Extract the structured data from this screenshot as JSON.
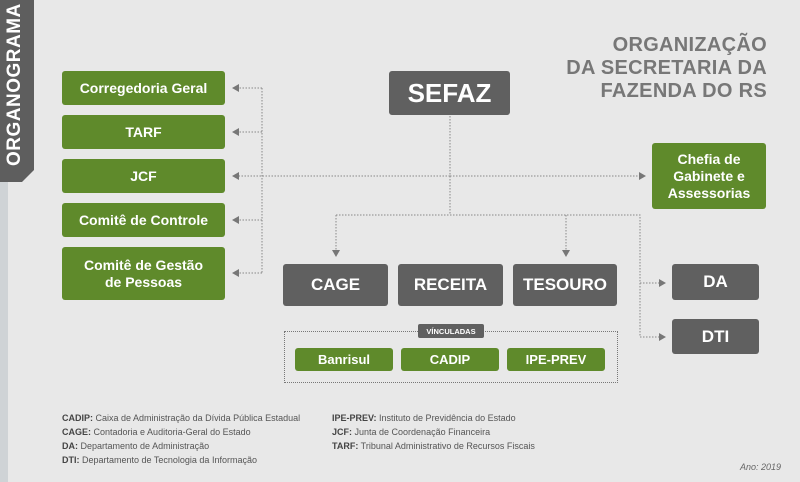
{
  "sidebar_label": "ORGANOGRAMA",
  "title": [
    "ORGANIZAÇÃO",
    "DA SECRETARIA DA",
    "FAZENDA DO RS"
  ],
  "root": "SEFAZ",
  "left_units": [
    "Corregedoria Geral",
    "TARF",
    "JCF",
    "Comitê de Controle",
    "Comitê de Gestão de Pessoas"
  ],
  "chefia": "Chefia de Gabinete e Assessorias",
  "main_units": [
    "CAGE",
    "RECEITA",
    "TESOURO"
  ],
  "right_units": [
    "DA",
    "DTI"
  ],
  "vinculadas": {
    "label": "VÍNCULADAS",
    "items": [
      "Banrisul",
      "CADIP",
      "IPE-PREV"
    ]
  },
  "notes_left": [
    {
      "abbr": "CADIP:",
      "text": "Caixa de Administração da Dívida Pública Estadual"
    },
    {
      "abbr": "CAGE:",
      "text": "Contadoria e Auditoria-Geral do Estado"
    },
    {
      "abbr": "DA:",
      "text": "Departamento de Administração"
    },
    {
      "abbr": "DTI:",
      "text": "Departamento de Tecnologia da Informação"
    }
  ],
  "notes_right": [
    {
      "abbr": "IPE-PREV:",
      "text": "Instituto de Previdência do Estado"
    },
    {
      "abbr": "JCF:",
      "text": "Junta de Coordenação Financeira"
    },
    {
      "abbr": "TARF:",
      "text": "Tribunal Administrativo de Recursos Fiscais"
    }
  ],
  "year": "Ano: 2019",
  "colors": {
    "green": "#5f8a2b",
    "gray": "#606060",
    "background": "#e8e8e8"
  }
}
